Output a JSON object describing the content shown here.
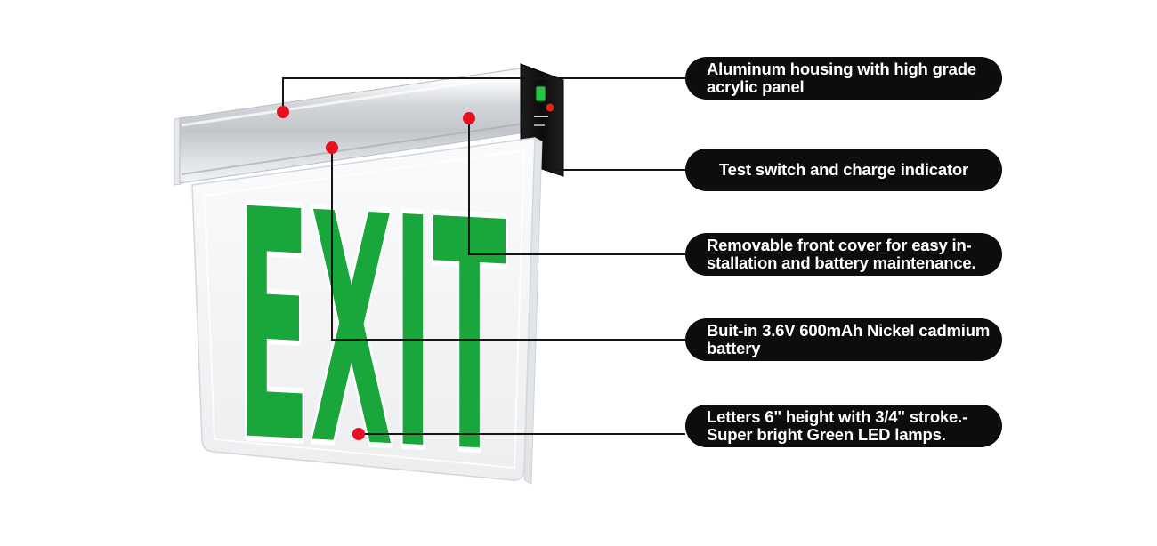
{
  "product": {
    "panel_text": "EXIT",
    "colors": {
      "letter_green": "#19a63b",
      "dot_red": "#e8101f",
      "pill_black": "#0d0d0d",
      "switch_green": "#27c24b",
      "led_red": "#e52418"
    }
  },
  "callouts": [
    {
      "id": "housing",
      "line1": "Aluminum housing with high grade",
      "line2": "acrylic panel"
    },
    {
      "id": "test-switch",
      "line1": "Test switch and charge indicator",
      "line2": ""
    },
    {
      "id": "front-cover",
      "line1": "Removable front cover for easy in-",
      "line2": "stallation and battery maintenance."
    },
    {
      "id": "battery",
      "line1": "Buit-in 3.6V 600mAh Nickel cadmium",
      "line2": "battery"
    },
    {
      "id": "letters",
      "line1": "Letters 6\" height with 3/4\" stroke.-",
      "line2": "Super bright Green LED lamps."
    }
  ]
}
